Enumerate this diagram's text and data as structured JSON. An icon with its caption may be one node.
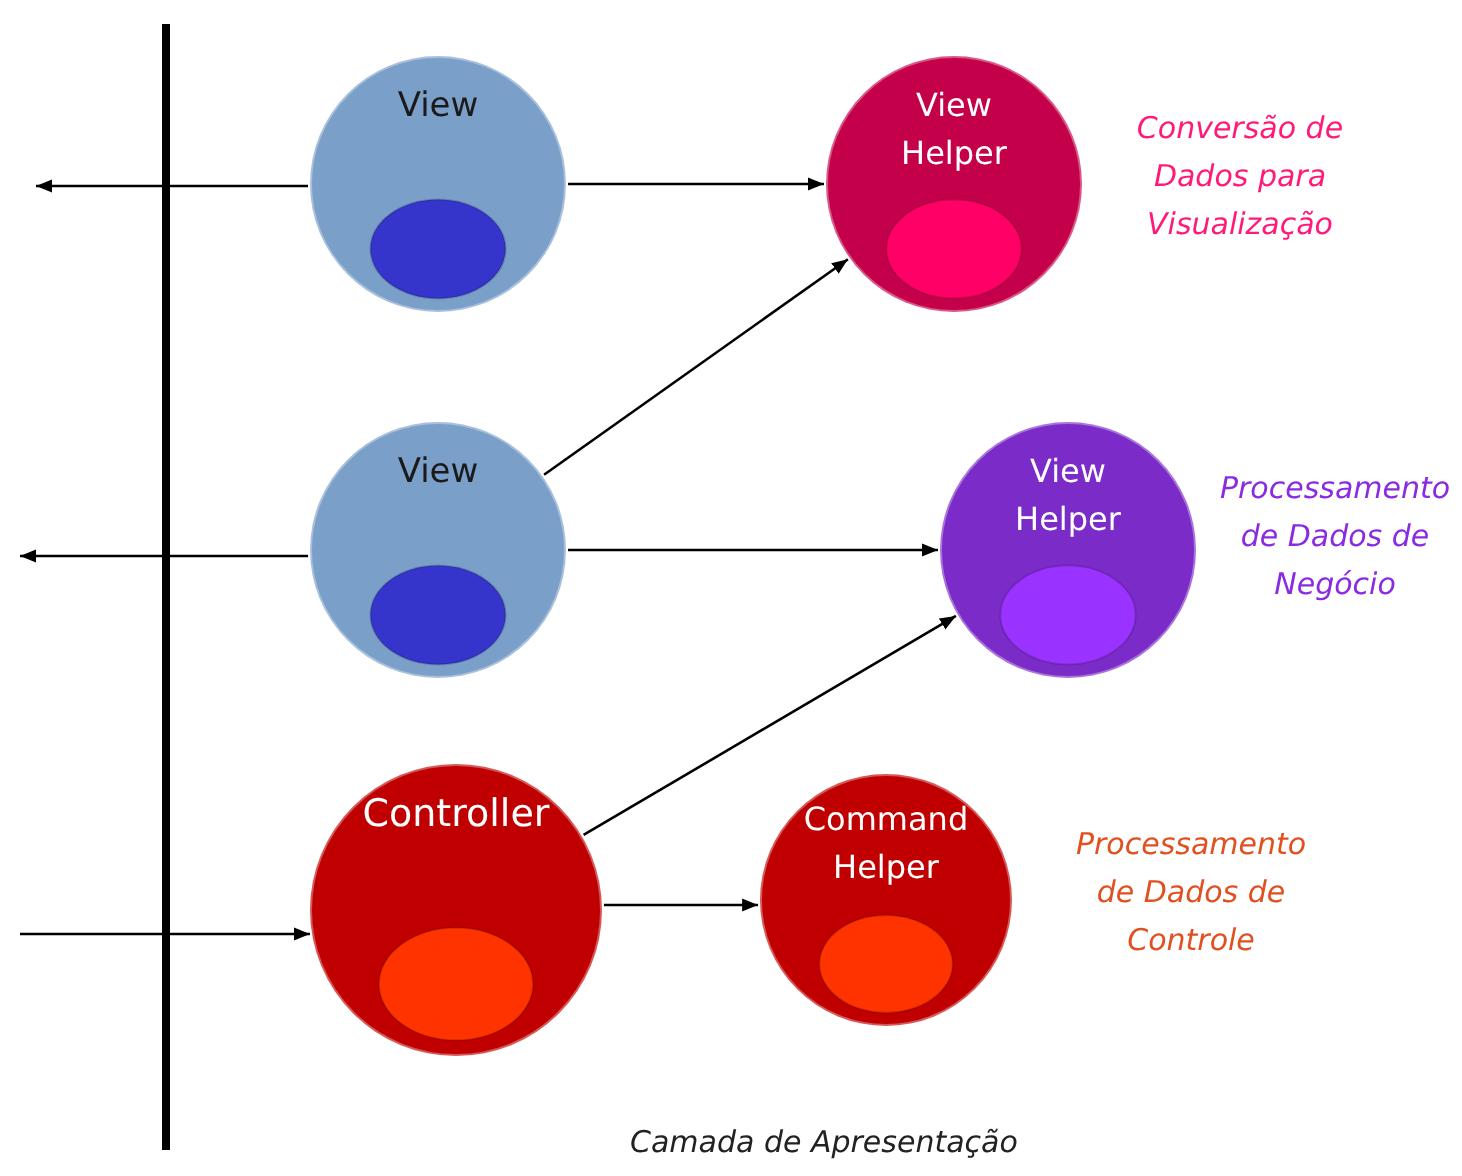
{
  "diagram": {
    "nodes": [
      {
        "text": [
          "View"
        ]
      },
      {
        "text": [
          "View Helper"
        ],
        "beside": [
          "Conversão de Dados para Visualização"
        ]
      },
      {
        "text": [
          "View"
        ]
      },
      {
        "text": [
          "View Helper"
        ],
        "beside": [
          "Processamento de Dados de Negócio"
        ]
      },
      {
        "text": [
          "Controller"
        ]
      },
      {
        "text": [
          "Command Helper"
        ],
        "beside": [
          "Processamento de Dados de Controle"
        ]
      }
    ],
    "edges": [
      {
        "from": 0,
        "to": null,
        "arrow": "to"
      },
      {
        "from": 0,
        "to": 1,
        "arrow": "to"
      },
      {
        "from": 2,
        "to": 1,
        "arrow": "to"
      },
      {
        "from": 2,
        "to": null,
        "arrow": "to"
      },
      {
        "from": 2,
        "to": 3,
        "arrow": "to"
      },
      {
        "from": 4,
        "to": 3,
        "arrow": "to"
      },
      {
        "from": null,
        "to": 4,
        "arrow": "to"
      },
      {
        "from": 4,
        "to": 5,
        "arrow": "to"
      }
    ],
    "labels": [
      "Camada de Apresentação"
    ]
  }
}
